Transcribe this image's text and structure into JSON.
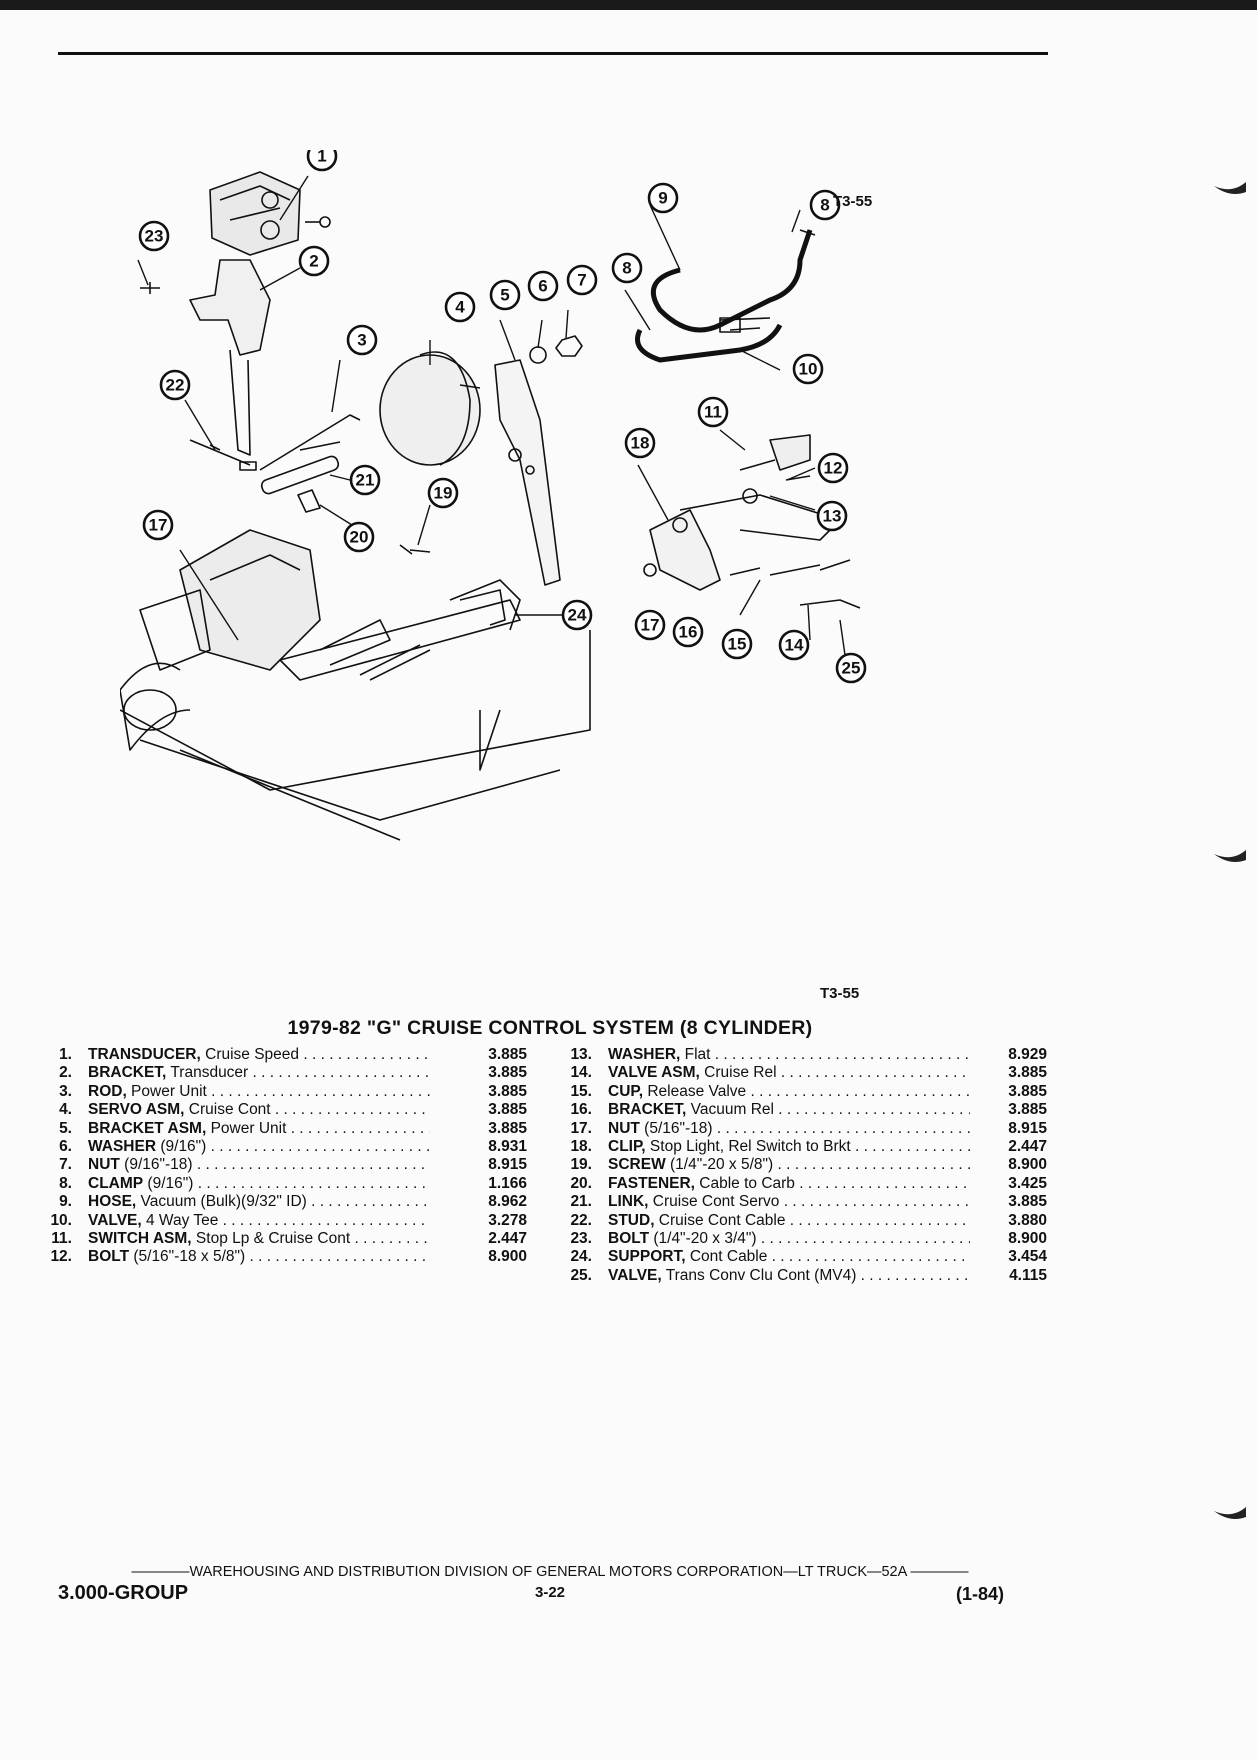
{
  "figure": {
    "code_top": "T3-55",
    "code_bottom": "T3-55",
    "callouts": [
      "1",
      "2",
      "3",
      "4",
      "5",
      "6",
      "7",
      "8",
      "9",
      "8",
      "10",
      "11",
      "12",
      "13",
      "14",
      "15",
      "16",
      "17",
      "17",
      "18",
      "19",
      "20",
      "21",
      "22",
      "23",
      "24",
      "25"
    ]
  },
  "title": "1979-82 \"G\" CRUISE CONTROL SYSTEM (8 CYLINDER)",
  "parts_left": [
    {
      "num": "1.",
      "name": "TRANSDUCER,",
      "desc": " Cruise Speed",
      "code": "3.885"
    },
    {
      "num": "2.",
      "name": "BRACKET,",
      "desc": " Transducer",
      "code": "3.885"
    },
    {
      "num": "3.",
      "name": "ROD,",
      "desc": " Power Unit",
      "code": "3.885"
    },
    {
      "num": "4.",
      "name": "SERVO ASM,",
      "desc": " Cruise Cont",
      "code": "3.885"
    },
    {
      "num": "5.",
      "name": "BRACKET ASM,",
      "desc": " Power Unit",
      "code": "3.885"
    },
    {
      "num": "6.",
      "name": "WASHER",
      "desc": " (9/16\")",
      "code": "8.931"
    },
    {
      "num": "7.",
      "name": "NUT",
      "desc": " (9/16\"-18)",
      "code": "8.915"
    },
    {
      "num": "8.",
      "name": "CLAMP",
      "desc": " (9/16\")",
      "code": "1.166"
    },
    {
      "num": "9.",
      "name": "HOSE,",
      "desc": " Vacuum (Bulk)(9/32\" ID)",
      "code": "8.962"
    },
    {
      "num": "10.",
      "name": "VALVE,",
      "desc": " 4 Way Tee",
      "code": "3.278"
    },
    {
      "num": "11.",
      "name": "SWITCH ASM,",
      "desc": " Stop Lp & Cruise Cont",
      "code": "2.447"
    },
    {
      "num": "12.",
      "name": "BOLT",
      "desc": " (5/16\"-18 x 5/8\")",
      "code": "8.900"
    }
  ],
  "parts_right": [
    {
      "num": "13.",
      "name": "WASHER,",
      "desc": " Flat",
      "code": "8.929"
    },
    {
      "num": "14.",
      "name": "VALVE ASM,",
      "desc": " Cruise Rel",
      "code": "3.885"
    },
    {
      "num": "15.",
      "name": "CUP,",
      "desc": " Release Valve",
      "code": "3.885"
    },
    {
      "num": "16.",
      "name": "BRACKET,",
      "desc": " Vacuum Rel",
      "code": "3.885"
    },
    {
      "num": "17.",
      "name": "NUT",
      "desc": " (5/16\"-18)",
      "code": "8.915"
    },
    {
      "num": "18.",
      "name": "CLIP,",
      "desc": " Stop Light, Rel Switch to Brkt",
      "code": "2.447"
    },
    {
      "num": "19.",
      "name": "SCREW",
      "desc": " (1/4\"-20 x 5/8\")",
      "code": "8.900"
    },
    {
      "num": "20.",
      "name": "FASTENER,",
      "desc": " Cable to Carb",
      "code": "3.425"
    },
    {
      "num": "21.",
      "name": "LINK,",
      "desc": " Cruise Cont Servo",
      "code": "3.885"
    },
    {
      "num": "22.",
      "name": "STUD,",
      "desc": " Cruise Cont Cable",
      "code": "3.880"
    },
    {
      "num": "23.",
      "name": "BOLT",
      "desc": " (1/4\"-20 x 3/4\")",
      "code": "8.900"
    },
    {
      "num": "24.",
      "name": "SUPPORT,",
      "desc": " Cont Cable",
      "code": "3.454"
    },
    {
      "num": "25.",
      "name": "VALVE,",
      "desc": " Trans Conv Clu Cont (MV4)",
      "code": "4.115"
    }
  ],
  "footer": {
    "line": "————WAREHOUSING AND DISTRIBUTION DIVISION OF GENERAL MOTORS CORPORATION—LT TRUCK—52A ————",
    "group": "3.000-GROUP",
    "page": "3-22",
    "date": "(1-84)"
  }
}
